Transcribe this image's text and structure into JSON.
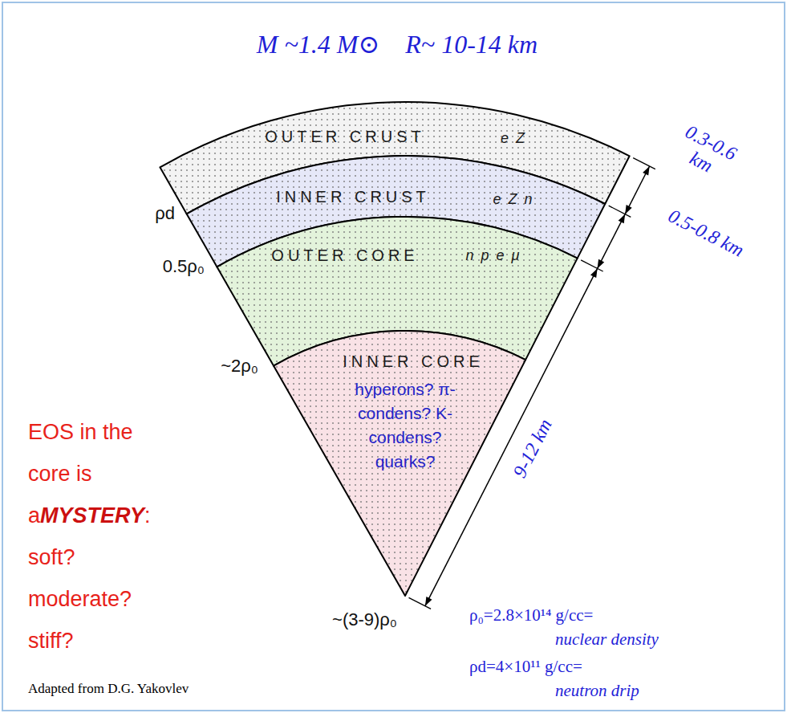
{
  "diagram": {
    "title": "M ~1.4 M⊙    R~ 10-14 km",
    "nodes": [
      {
        "text": [
          "OUTER CRUST",
          "e Z"
        ]
      },
      {
        "text": [
          "INNER CRUST",
          "e Z n"
        ]
      },
      {
        "text": [
          "OUTER CORE",
          "n p e μ"
        ]
      },
      {
        "text": [
          "INNER CORE",
          "hyperons? π-condens? K-condens? quarks?"
        ]
      }
    ],
    "labels": [
      "ρd",
      "0.5ρ₀",
      "~2ρ₀",
      "~(3-9)ρ₀",
      "0.3-0.6 km",
      "0.5-0.8 km",
      "9-12 km",
      "EOS in the core is a",
      "MYSTERY",
      ": soft? moderate? stiff?",
      "ρ₀=2.8×10¹⁴ g/cc=",
      "nuclear density",
      "ρd=4×10¹¹ g/cc=",
      "neutron drip",
      "Adapted from D.G. Yakovlev"
    ]
  }
}
